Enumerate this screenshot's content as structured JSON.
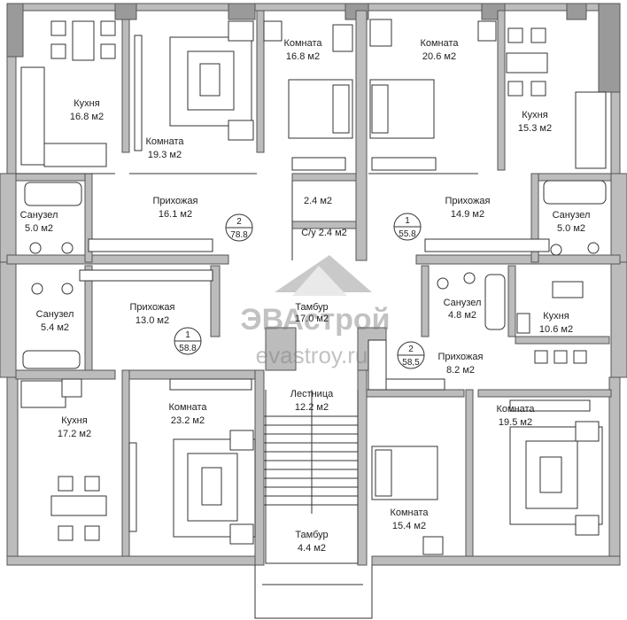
{
  "rooms": {
    "kitchen_nw": {
      "name": "Кухня",
      "area": "16.8 м2"
    },
    "living_n": {
      "name": "Комната",
      "area": "19.3 м2"
    },
    "room_n": {
      "name": "Комната",
      "area": "16.8 м2"
    },
    "room_ne": {
      "name": "Комната",
      "area": "20.6 м2"
    },
    "kitchen_ne": {
      "name": "Кухня",
      "area": "15.3 м2"
    },
    "bath_w1": {
      "name": "Санузел",
      "area": "5.0 м2"
    },
    "hall_n": {
      "name": "Прихожая",
      "area": "16.1 м2"
    },
    "closet": {
      "name": "",
      "area": "2.4 м2"
    },
    "wc_n": {
      "name": "С/у 2.4 м2",
      "area": ""
    },
    "hall_ne": {
      "name": "Прихожая",
      "area": "14.9 м2"
    },
    "bath_e1": {
      "name": "Санузел",
      "area": "5.0 м2"
    },
    "bath_w2": {
      "name": "Санузел",
      "area": "5.4 м2"
    },
    "hall_w": {
      "name": "Прихожая",
      "area": "13.0 м2"
    },
    "vestibule_c": {
      "name": "Тамбур",
      "area": "17.0 м2"
    },
    "bath_e2": {
      "name": "Санузел",
      "area": "4.8 м2"
    },
    "kitchen_e2": {
      "name": "Кухня",
      "area": "10.6 м2"
    },
    "hall_e2": {
      "name": "Прихожая",
      "area": "8.2 м2"
    },
    "kitchen_sw": {
      "name": "Кухня",
      "area": "17.2 м2"
    },
    "room_s": {
      "name": "Комната",
      "area": "23.2 м2"
    },
    "stair": {
      "name": "Лестница",
      "area": "12.2 м2"
    },
    "room_se1": {
      "name": "Комната",
      "area": "15.4 м2"
    },
    "room_se2": {
      "name": "Комната",
      "area": "19.5 м2"
    },
    "vestibule_s": {
      "name": "Тамбур",
      "area": "4.4 м2"
    }
  },
  "apartments": [
    {
      "rooms": "2",
      "area": "78.8"
    },
    {
      "rooms": "1",
      "area": "55.8"
    },
    {
      "rooms": "1",
      "area": "58.8"
    },
    {
      "rooms": "2",
      "area": "58,5"
    }
  ],
  "watermark": {
    "brand": "ЭВАстрой",
    "site": "evastroy.ru"
  },
  "colors": {
    "wall": "#bcbcbc",
    "ink": "#222222"
  }
}
